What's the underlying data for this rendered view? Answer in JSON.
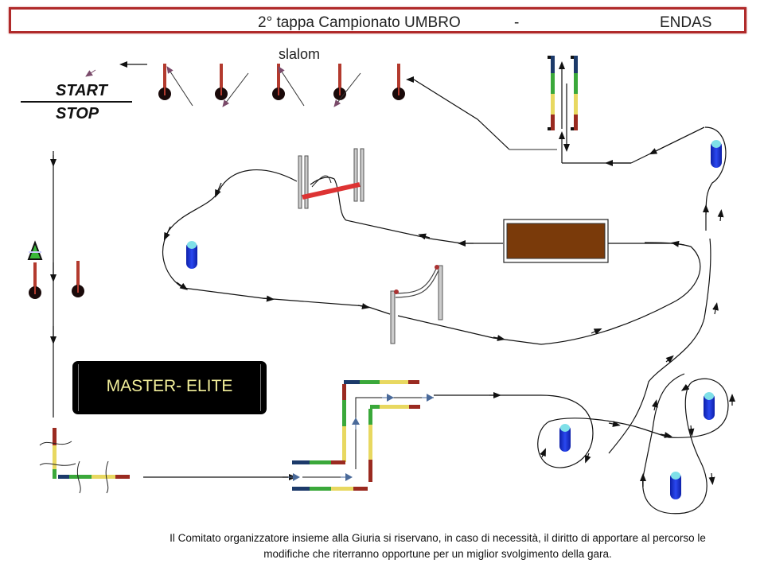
{
  "header": {
    "title": "2° tappa Campionato UMBRO",
    "separator": "-",
    "organization": "ENDAS",
    "border_color": "#b02a2a"
  },
  "course": {
    "start_label": "START",
    "stop_label": "STOP",
    "slalom_label": "slalom",
    "category": "MASTER- ELITE",
    "obstacles": [
      {
        "type": "slalom-pole",
        "count": 5
      },
      {
        "type": "start-stop-line"
      },
      {
        "type": "cone-with-pole",
        "icon": "cone-icon"
      },
      {
        "type": "single-pole"
      },
      {
        "type": "parallel-rails",
        "icon": "rails-icon"
      },
      {
        "type": "cross-pole-jump",
        "icon": "jump-icon"
      },
      {
        "type": "gate-arch",
        "icon": "gate-icon"
      },
      {
        "type": "platform-bridge",
        "icon": "platform-icon"
      },
      {
        "type": "barrel",
        "count": 5,
        "icon": "barrel-icon"
      },
      {
        "type": "l-corridor",
        "icon": "corridor-icon"
      },
      {
        "type": "zigzag-corridor",
        "icon": "zigzag-corridor-icon"
      }
    ],
    "colors": {
      "pole": "#b33a2e",
      "pole_base": "#1a0a0a",
      "barrel_body": "#1530d0",
      "barrel_top": "#7fe0e8",
      "platform": "#7a3a0a",
      "rail_red": "#9a2a20",
      "rail_yellow": "#e8d860",
      "rail_green": "#3aa83a",
      "rail_blue": "#1c3a6a",
      "category_text": "#f2ef9a"
    }
  },
  "footer": {
    "line1": "Il Comitato organizzatore insieme alla Giuria si riservano, in caso di necessità, il diritto di apportare al percorso le",
    "line2": "modifiche che riterranno opportune per un miglior svolgimento della gara."
  }
}
